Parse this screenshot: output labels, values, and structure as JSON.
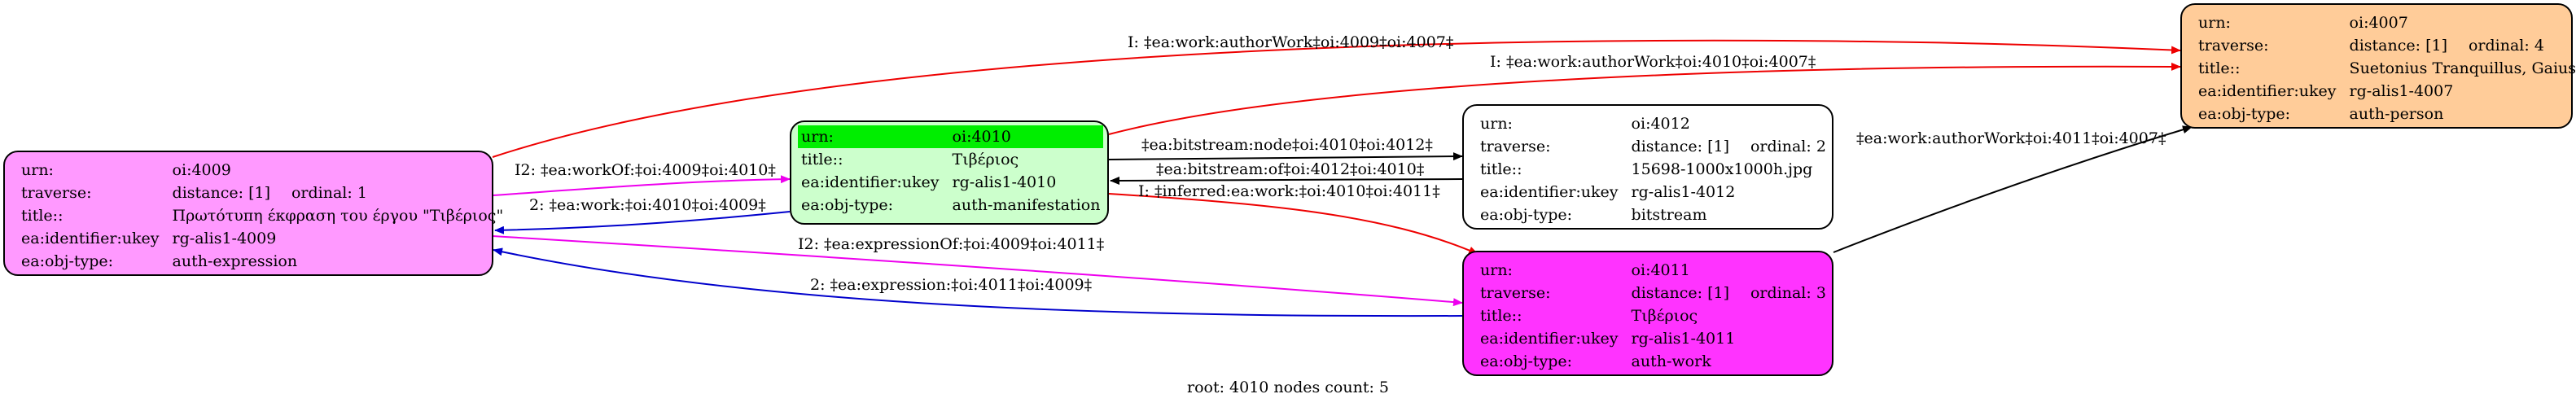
{
  "nodes": {
    "n4009": {
      "urn": "oi:4009",
      "traverse": "distance: [1]",
      "ordinal": "ordinal: 1",
      "title": "Πρωτότυπη έκφραση του έργου \"Τιβέριος\"",
      "ukey": "rg-alis1-4009",
      "objtype": "auth-expression",
      "color": "#ff99ff"
    },
    "n4010": {
      "urn": "oi:4010",
      "title_key": "title::",
      "title": "Τιβέριος",
      "ukey": "rg-alis1-4010",
      "objtype": "auth-manifestation",
      "color": "#ccffcc",
      "highlight": "#00ee00"
    },
    "n4012": {
      "urn": "oi:4012",
      "traverse": "distance: [1]",
      "ordinal": "ordinal: 2",
      "title": "15698-1000x1000h.jpg",
      "ukey": "rg-alis1-4012",
      "objtype": "bitstream",
      "color": "#ffffff"
    },
    "n4007": {
      "urn": "oi:4007",
      "traverse": "distance: [1]",
      "ordinal": "ordinal: 4",
      "title": "Suetonius Tranquillus, Gaius",
      "ukey": "rg-alis1-4007",
      "objtype": "auth-person",
      "color": "#ffcc99"
    },
    "n4011": {
      "urn": "oi:4011",
      "traverse": "distance: [1]",
      "ordinal": "ordinal: 3",
      "title": "Τιβέριος",
      "ukey": "rg-alis1-4011",
      "objtype": "auth-work",
      "color": "#ff33ff"
    }
  },
  "keys": {
    "urn": "urn:",
    "traverse": "traverse:",
    "title": "title::",
    "ukey": "ea:identifier:ukey",
    "objtype": "ea:obj-type:"
  },
  "edges": {
    "e1": "I: ‡ea:work:authorWork‡oi:4009‡oi:4007‡",
    "e2": "I: ‡ea:work:authorWork‡oi:4010‡oi:4007‡",
    "e3": "I2: ‡ea:workOf:‡oi:4009‡oi:4010‡",
    "e4": "2: ‡ea:work:‡oi:4010‡oi:4009‡",
    "e5": "‡ea:bitstream:node‡oi:4010‡oi:4012‡",
    "e6": "‡ea:bitstream:of‡oi:4012‡oi:4010‡",
    "e7": "I: ‡inferred:ea:work:‡oi:4010‡oi:4011‡",
    "e8": "‡ea:work:authorWork‡oi:4011‡oi:4007‡",
    "e9": "I2: ‡ea:expressionOf:‡oi:4009‡oi:4011‡",
    "e10": "2: ‡ea:expression:‡oi:4011‡oi:4009‡"
  },
  "edge_colors": {
    "red": "#ee0000",
    "magenta": "#ee00ee",
    "blue": "#0000cc",
    "black": "#000000"
  },
  "caption": "root: 4010 nodes count: 5"
}
